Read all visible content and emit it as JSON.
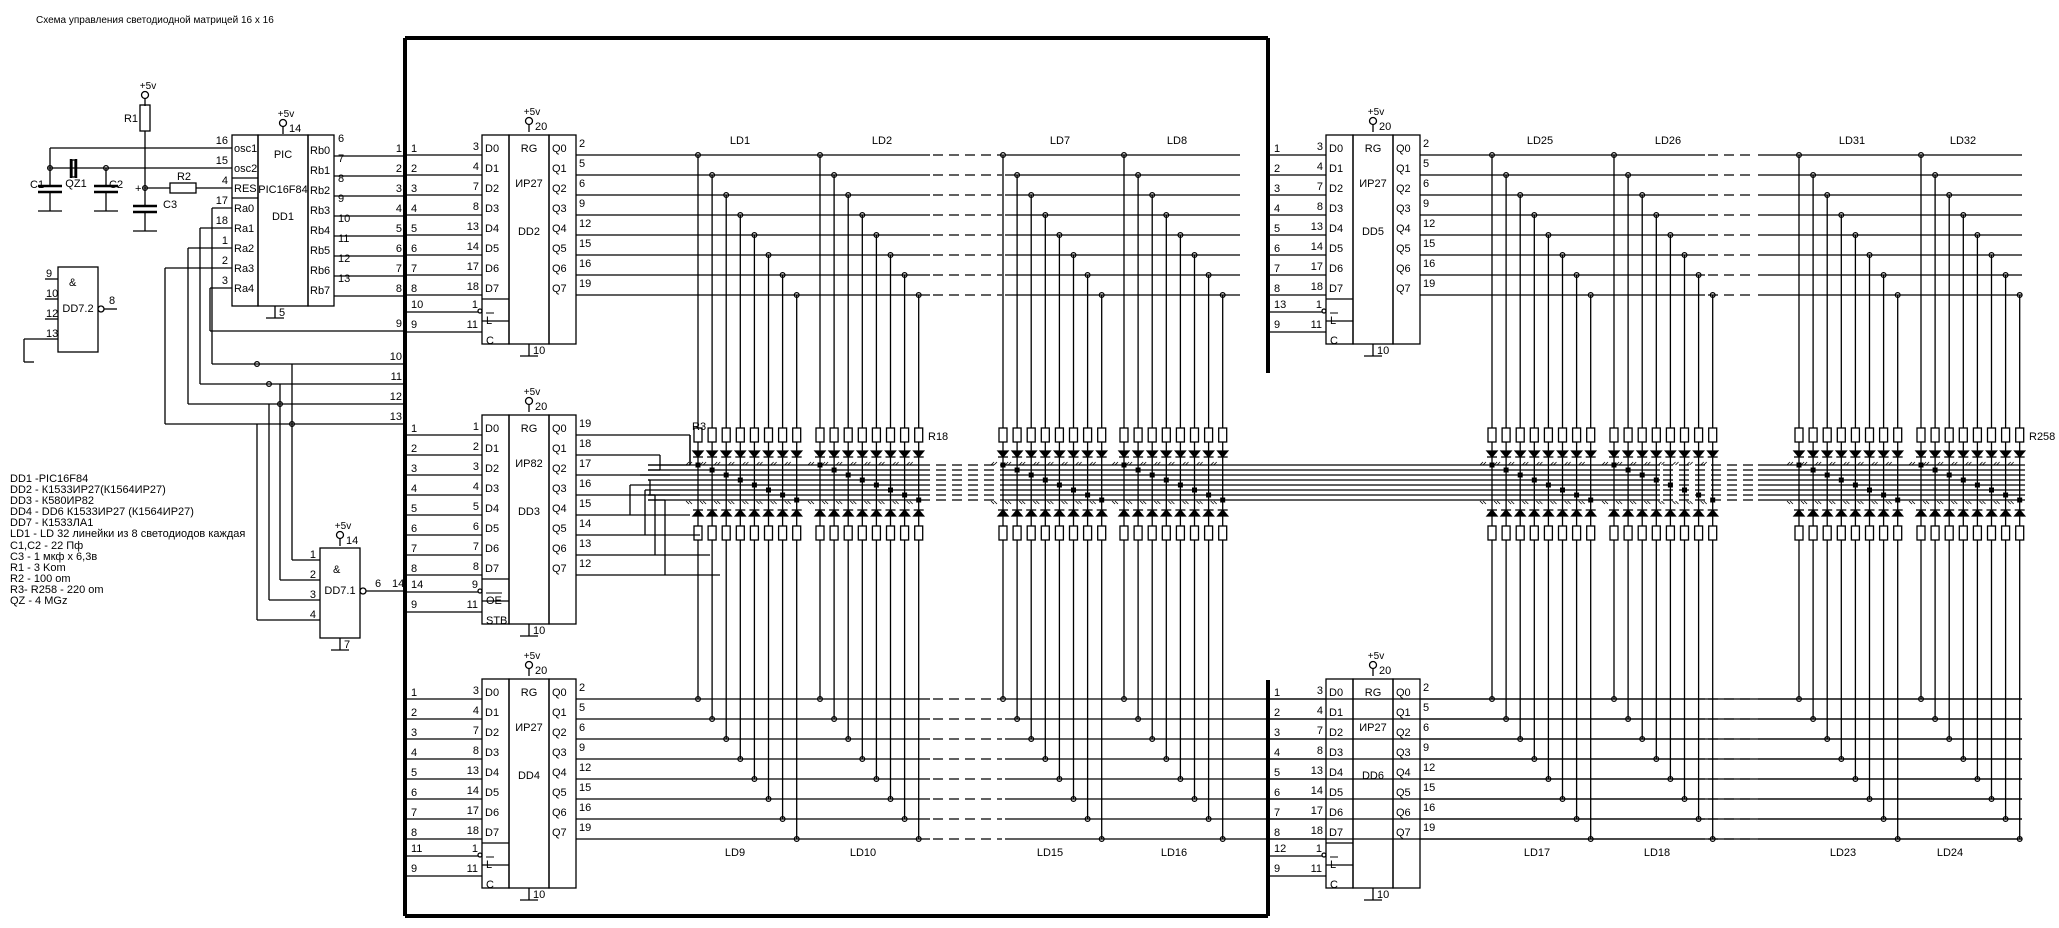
{
  "title": "Схема управления светодиодной матрицей 16 x 16",
  "colors": {
    "ink": "#000000",
    "background": "#ffffff"
  },
  "power_label": "+5v",
  "mcu": {
    "name": "PIC",
    "part": "PIC16F84",
    "ref": "DD1",
    "vcc_pin": "14",
    "gnd_pin": "5",
    "left_pins": [
      {
        "pin": "16",
        "label": "osc1"
      },
      {
        "pin": "15",
        "label": "osc2"
      },
      {
        "pin": "4",
        "label": "RES"
      },
      {
        "pin": "17",
        "label": "Ra0"
      },
      {
        "pin": "18",
        "label": "Ra1"
      },
      {
        "pin": "1",
        "label": "Ra2"
      },
      {
        "pin": "2",
        "label": "Ra3"
      },
      {
        "pin": "3",
        "label": "Ra4"
      }
    ],
    "right_pins": [
      {
        "pin": "6",
        "label": "Rb0"
      },
      {
        "pin": "7",
        "label": "Rb1"
      },
      {
        "pin": "8",
        "label": "Rb2"
      },
      {
        "pin": "9",
        "label": "Rb3"
      },
      {
        "pin": "10",
        "label": "Rb4"
      },
      {
        "pin": "11",
        "label": "Rb5"
      },
      {
        "pin": "12",
        "label": "Rb6"
      },
      {
        "pin": "13",
        "label": "Rb7"
      }
    ],
    "bus_numbers": [
      "1",
      "2",
      "3",
      "4",
      "5",
      "6",
      "7",
      "8"
    ]
  },
  "passives": {
    "r1": "R1",
    "r2": "R2",
    "c1": "C1",
    "c2": "C2",
    "c3": "C3",
    "qz1": "QZ1",
    "plus": "+"
  },
  "control_bus": {
    "lines": [
      "9",
      "10",
      "11",
      "12",
      "13",
      "14"
    ]
  },
  "gate1": {
    "ref": "DD7.1",
    "symbol": "&",
    "inputs": [
      "1",
      "2",
      "3",
      "4"
    ],
    "output": "6",
    "vcc_pin": "14",
    "gnd_pin": "7",
    "bus_pin": "14"
  },
  "gate2": {
    "ref": "DD7.2",
    "symbol": "&",
    "inputs": [
      "9",
      "10",
      "12",
      "13"
    ],
    "output": "8"
  },
  "registers": [
    {
      "ref": "DD2",
      "type": "ИР27",
      "rg": "RG",
      "vcc": "20",
      "gnd": "10",
      "d_pins": [
        "3",
        "4",
        "7",
        "8",
        "13",
        "14",
        "17",
        "18"
      ],
      "q_pins": [
        "2",
        "5",
        "6",
        "9",
        "12",
        "15",
        "16",
        "19"
      ],
      "bus_in": [
        "1",
        "2",
        "3",
        "4",
        "5",
        "6",
        "7",
        "8",
        "10",
        "9"
      ],
      "ctrl": [
        {
          "pin": "1",
          "label": "L",
          "overbar": true
        },
        {
          "pin": "11",
          "label": "C",
          "overbar": false
        }
      ]
    },
    {
      "ref": "DD3",
      "type": "ИР82",
      "rg": "RG",
      "vcc": "20",
      "gnd": "10",
      "d_pins": [
        "1",
        "2",
        "3",
        "4",
        "5",
        "6",
        "7",
        "8"
      ],
      "q_pins": [
        "19",
        "18",
        "17",
        "16",
        "15",
        "14",
        "13",
        "12"
      ],
      "bus_in": [
        "1",
        "2",
        "3",
        "4",
        "5",
        "6",
        "7",
        "8",
        "14",
        "9"
      ],
      "ctrl": [
        {
          "pin": "9",
          "label": "OE",
          "overbar": true
        },
        {
          "pin": "11",
          "label": "STB",
          "overbar": false
        }
      ]
    },
    {
      "ref": "DD4",
      "type": "ИР27",
      "rg": "RG",
      "vcc": "20",
      "gnd": "10",
      "d_pins": [
        "3",
        "4",
        "7",
        "8",
        "13",
        "14",
        "17",
        "18"
      ],
      "q_pins": [
        "2",
        "5",
        "6",
        "9",
        "12",
        "15",
        "16",
        "19"
      ],
      "bus_in": [
        "1",
        "2",
        "3",
        "4",
        "5",
        "6",
        "7",
        "8",
        "11",
        "9"
      ],
      "ctrl": [
        {
          "pin": "1",
          "label": "L",
          "overbar": true
        },
        {
          "pin": "11",
          "label": "C",
          "overbar": false
        }
      ]
    },
    {
      "ref": "DD5",
      "type": "ИР27",
      "rg": "RG",
      "vcc": "20",
      "gnd": "10",
      "d_pins": [
        "3",
        "4",
        "7",
        "8",
        "13",
        "14",
        "17",
        "18"
      ],
      "q_pins": [
        "2",
        "5",
        "6",
        "9",
        "12",
        "15",
        "16",
        "19"
      ],
      "bus_in": [
        "1",
        "2",
        "3",
        "4",
        "5",
        "6",
        "7",
        "8",
        "13",
        "9"
      ],
      "ctrl": [
        {
          "pin": "1",
          "label": "L",
          "overbar": true
        },
        {
          "pin": "11",
          "label": "C",
          "overbar": false
        }
      ]
    },
    {
      "ref": "DD6",
      "type": "ИР27",
      "rg": "RG",
      "vcc": "20",
      "gnd": "10",
      "d_pins": [
        "3",
        "4",
        "7",
        "8",
        "13",
        "14",
        "17",
        "18"
      ],
      "q_pins": [
        "2",
        "5",
        "6",
        "9",
        "12",
        "15",
        "16",
        "19"
      ],
      "bus_in": [
        "1",
        "2",
        "3",
        "4",
        "5",
        "6",
        "7",
        "8",
        "12",
        "9"
      ],
      "ctrl": [
        {
          "pin": "1",
          "label": "L",
          "overbar": true
        },
        {
          "pin": "11",
          "label": "C",
          "overbar": false
        }
      ]
    }
  ],
  "d_labels": [
    "D0",
    "D1",
    "D2",
    "D3",
    "D4",
    "D5",
    "D6",
    "D7"
  ],
  "q_labels": [
    "Q0",
    "Q1",
    "Q2",
    "Q3",
    "Q4",
    "Q5",
    "Q6",
    "Q7"
  ],
  "led_groups": {
    "top_left": [
      "LD1",
      "LD2",
      "LD7",
      "LD8"
    ],
    "top_right": [
      "LD25",
      "LD26",
      "LD31",
      "LD32"
    ],
    "bottom_left": [
      "LD9",
      "LD10",
      "LD15",
      "LD16"
    ],
    "bottom_right": [
      "LD17",
      "LD18",
      "LD23",
      "LD24"
    ]
  },
  "resistor_labels": {
    "first": "R3",
    "group_end": "R18",
    "last": "R258"
  },
  "legend": [
    "DD1 -PIC16F84",
    "DD2 - К1533ИР27(К1564ИР27)",
    "DD3 - К580ИР82",
    "DD4 - DD6 К1533ИР27 (К1564ИР27)",
    "DD7 - К1533ЛА1",
    "LD1 - LD 32 линейки из 8 светодиодов каждая",
    "C1,C2 - 22 Пф",
    "C3 - 1 мкф х 6,3в",
    "R1 - 3 Kom",
    "R2 - 100 om",
    "R3- R258 - 220 om",
    "QZ - 4 MGz"
  ]
}
